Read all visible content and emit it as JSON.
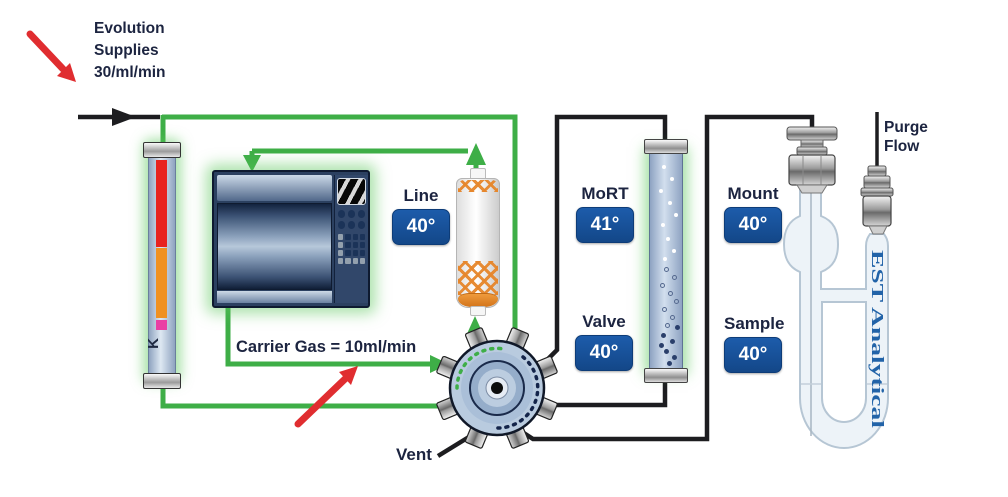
{
  "texts": {
    "supply_line1": "Evolution",
    "supply_line2": "Supplies",
    "supply_line3": "30/ml/min",
    "carrier_gas": "Carrier Gas = 10ml/min",
    "vent": "Vent",
    "purge_line1": "Purge",
    "purge_line2": "Flow",
    "brand_vertical": "EST Analytical",
    "flowmeter_scale_mark": "K"
  },
  "badges": [
    {
      "id": "line",
      "label": "Line",
      "temp": "40°"
    },
    {
      "id": "mort",
      "label": "MoRT",
      "temp": "41°"
    },
    {
      "id": "valve",
      "label": "Valve",
      "temp": "40°"
    },
    {
      "id": "mount",
      "label": "Mount",
      "temp": "40°"
    },
    {
      "id": "sample",
      "label": "Sample",
      "temp": "40°"
    }
  ],
  "colors": {
    "pipe_green": "#3eae47",
    "pipe_black": "#1d1d20",
    "arrow_red": "#e02d30",
    "badge_blue": "#17509c",
    "badge_text": "#ffffff",
    "label_navy": "#1c2440",
    "brand_blue": "#2263a8",
    "trap_orange": "#e6862b",
    "flow_red": "#e8231f",
    "flow_orange": "#f09121",
    "flow_magenta": "#ea3fa4"
  }
}
